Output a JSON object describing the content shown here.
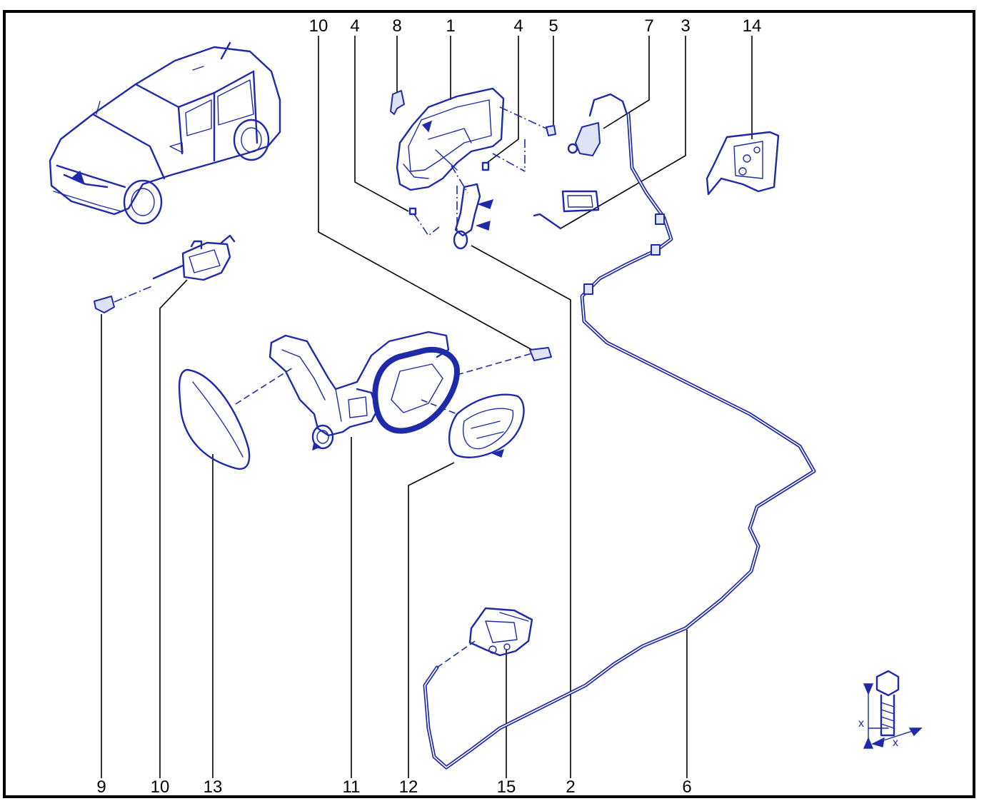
{
  "diagram": {
    "callouts": [
      {
        "id": "c10-top",
        "label": "10"
      },
      {
        "id": "c4-left",
        "label": "4"
      },
      {
        "id": "c8",
        "label": "8"
      },
      {
        "id": "c1",
        "label": "1"
      },
      {
        "id": "c4-right",
        "label": "4"
      },
      {
        "id": "c5",
        "label": "5"
      },
      {
        "id": "c7",
        "label": "7"
      },
      {
        "id": "c3",
        "label": "3"
      },
      {
        "id": "c14",
        "label": "14"
      },
      {
        "id": "c9",
        "label": "9"
      },
      {
        "id": "c10-bottom",
        "label": "10"
      },
      {
        "id": "c13",
        "label": "13"
      },
      {
        "id": "c11",
        "label": "11"
      },
      {
        "id": "c12",
        "label": "12"
      },
      {
        "id": "c15",
        "label": "15"
      },
      {
        "id": "c2",
        "label": "2"
      },
      {
        "id": "c6",
        "label": "6"
      }
    ],
    "torque_symbol": {
      "length_label": "x",
      "diameter_label": "x"
    },
    "colors": {
      "parts": "#1e2aa8",
      "lines": "#000000",
      "background": "#ffffff"
    }
  }
}
